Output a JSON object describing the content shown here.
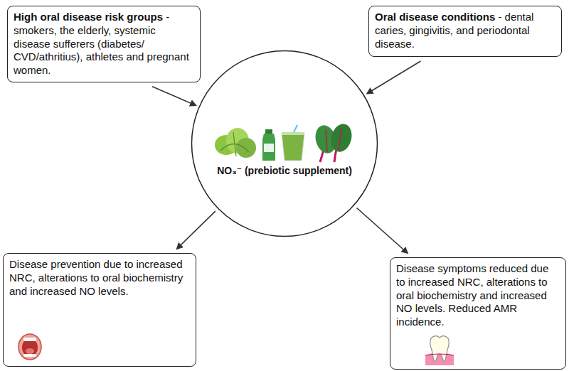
{
  "diagram": {
    "nodes": [
      {
        "text": [
          "High oral disease risk groups",
          "- smokers, the elderly, systemic disease sufferers (diabetes/ CVD/athritius), athletes and pregnant women."
        ]
      },
      {
        "text": [
          "Oral disease conditions",
          "- dental caries, gingivitis, and periodontal disease."
        ]
      },
      {
        "text": [
          "NO₃⁻ (prebiotic supplement)"
        ]
      },
      {
        "text": [
          "Disease prevention due to increased NRC, alterations to oral biochemistry and increased NO levels."
        ]
      },
      {
        "text": [
          "Disease symptoms reduced due to increased NRC, alterations to oral biochemistry and increased NO levels. Reduced AMR incidence."
        ]
      }
    ],
    "edges": [
      {
        "from": 0,
        "to": 2,
        "arrow": "to"
      },
      {
        "from": 1,
        "to": 2,
        "arrow": "to"
      },
      {
        "from": 2,
        "to": 3,
        "arrow": "to"
      },
      {
        "from": 2,
        "to": 4,
        "arrow": "to"
      }
    ]
  }
}
